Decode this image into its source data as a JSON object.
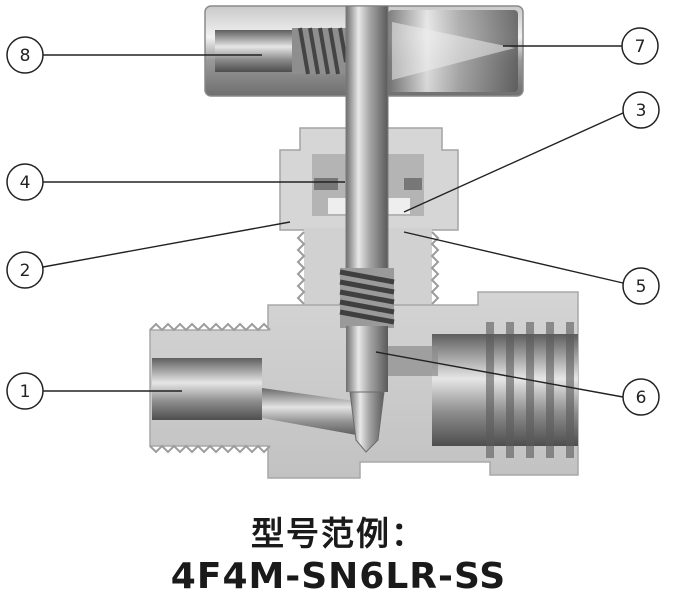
{
  "callouts": [
    {
      "id": "1",
      "label": "1"
    },
    {
      "id": "2",
      "label": "2"
    },
    {
      "id": "3",
      "label": "3"
    },
    {
      "id": "4",
      "label": "4"
    },
    {
      "id": "5",
      "label": "5"
    },
    {
      "id": "6",
      "label": "6"
    },
    {
      "id": "7",
      "label": "7"
    },
    {
      "id": "8",
      "label": "8"
    }
  ],
  "caption": {
    "line1": "型号范例：",
    "line2": "4F4M-SN6LR-SS"
  }
}
